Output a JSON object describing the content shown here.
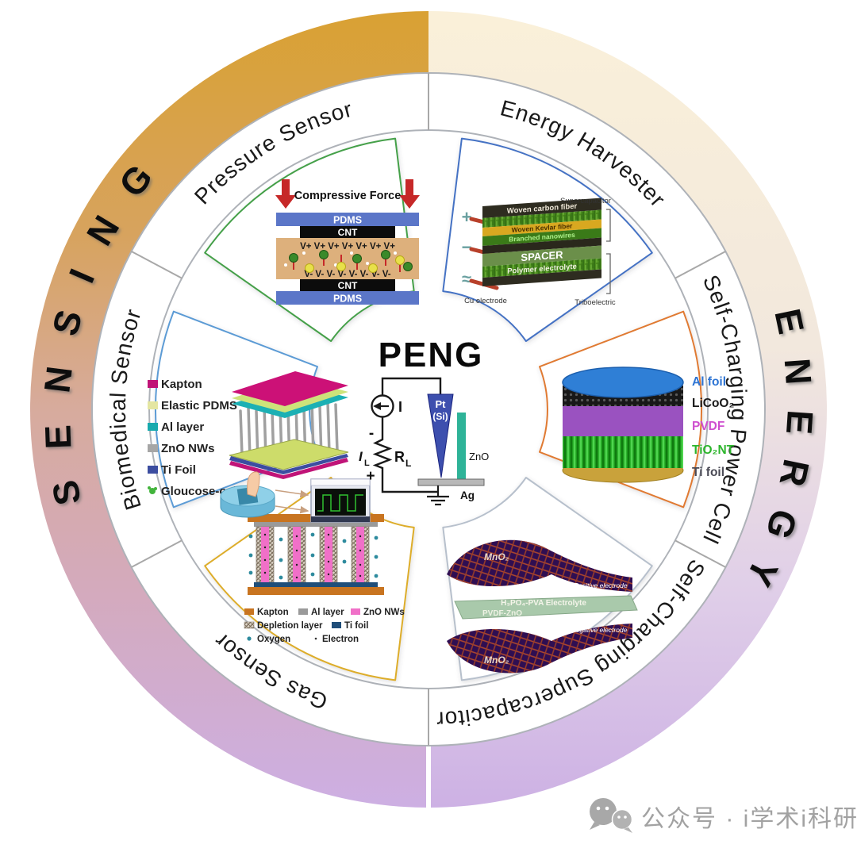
{
  "figure": {
    "left_arc_title": "SENSING",
    "right_arc_title": "ENERGY",
    "sectors": [
      {
        "label": "Pressure Sensor",
        "outline_color": "#44a048"
      },
      {
        "label": "Energy Harvester",
        "outline_color": "#4472c4"
      },
      {
        "label": "Self-Charging Power Cell",
        "outline_color": "#e07a33"
      },
      {
        "label": "Self-Charging Supercapacitor",
        "outline_color": "#b7c0cc"
      },
      {
        "label": "Gas Sensor",
        "outline_color": "#ddad2b"
      },
      {
        "label": "Biomedical Sensor",
        "outline_color": "#5b9bd5"
      }
    ],
    "ring_colors": {
      "sensing_top": "#d9a133",
      "sensing_mid": "#d7ab9d",
      "sensing_bottom": "#cdafe3",
      "energy_top": "#faf0d9",
      "energy_bottom": "#cdb1e4"
    }
  },
  "center": {
    "title": "PENG",
    "source_current": "I",
    "load_current": "I",
    "load_current_sub": "L",
    "resistor": "R",
    "resistor_sub": "L",
    "minus": "-",
    "plus": "+",
    "tip_material": "Pt",
    "tip_substrate": "(Si)",
    "nanowire": "ZnO",
    "electrode": "Ag"
  },
  "pressure_sensor": {
    "title": "Compressive Force",
    "pdms": "PDMS",
    "cnt": "CNT",
    "v_plus_row": "V+ V+ V+ V+ V+ V+ V+",
    "v_minus_row": "V- V- V- V- V- V- V- V-"
  },
  "energy_harvester": {
    "woven_carbon_fiber": "Woven carbon fiber",
    "woven_kevlar_fiber": "Woven Kevlar fiber",
    "branched_nanowires": "Branched nanowires",
    "spacer": "SPACER",
    "polymer_electrolyte": "Polymer electrolyte",
    "supercapacitor_bracket": "Supercapacitor",
    "triboelectric_bracket": "Triboelectric",
    "cu_electrode": "Cu electrode",
    "plus_symbol": "+",
    "minus_symbol": "−",
    "ac_symbol": "≈"
  },
  "power_cell": {
    "labels": [
      {
        "text": "Al foil",
        "color": "#2e75d4"
      },
      {
        "text": "LiCoO₂",
        "color": "#1a1a1a"
      },
      {
        "text": "PVDF",
        "color": "#cf4fcf"
      },
      {
        "text": "TiO₂NT",
        "color": "#2db52d"
      },
      {
        "text": "Ti foil",
        "color": "#4a4a55"
      }
    ]
  },
  "supercapacitor": {
    "mno2": "MnO₂",
    "electrolyte": "H₃PO₄-PVA Electrolyte",
    "pvdf_zno": "PVDF-ZnO",
    "positive_electrode": "Positive electrode",
    "negative_electrode": "Negative electrode"
  },
  "gas_sensor": {
    "legend": [
      {
        "label": "Kapton",
        "color": "#c87420"
      },
      {
        "label": "Al layer",
        "color": "#9a9a9a"
      },
      {
        "label": "ZnO NWs",
        "color": "#f070c8"
      },
      {
        "label": "Depletion layer",
        "color": "#8a7f72"
      },
      {
        "label": "Ti foil",
        "color": "#1f4e79"
      },
      {
        "label": "Oxygen",
        "color": "#2e8b9e"
      },
      {
        "label": "Electron",
        "color": "#333333"
      }
    ]
  },
  "biomedical_sensor": {
    "legend": [
      {
        "label": "Kapton",
        "color": "#c01478"
      },
      {
        "label": "Elastic PDMS",
        "color": "#e4e6a2"
      },
      {
        "label": "Al layer",
        "color": "#18aaae"
      },
      {
        "label": "ZnO NWs",
        "color": "#a6a6a6"
      },
      {
        "label": "Ti Foil",
        "color": "#3c4da0"
      },
      {
        "label": "Gloucose-oxidase",
        "color": "#42b43c"
      }
    ]
  },
  "watermark": {
    "text": "公众号 · i学术i科研"
  }
}
